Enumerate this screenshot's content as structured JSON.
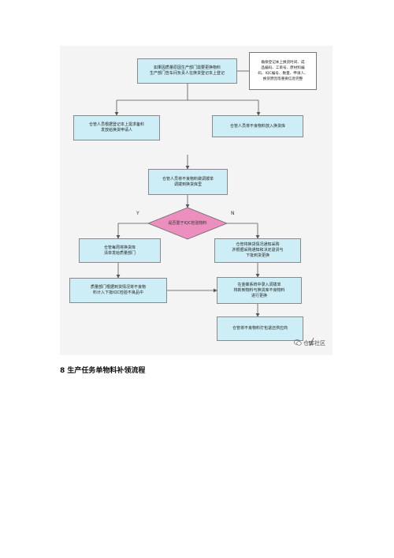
{
  "flowchart": {
    "nodes": {
      "start": "如果因质量原因生产部门需要更换物料\n生产部门告车间负责人在换货登记本上登记",
      "note": "确保登记本上换货时间、成\n品编码、工单号、原材料编\n码、IQC编号、数量、申请人、\n换货原因等重要信息完整",
      "left_issue": "仓管人员根据登记本上需求备料\n发放给换货申请人",
      "right_receive": "仓管人员将不良物料放入换货库",
      "transfer": "仓管人员将不良物料做调拨单\n调拨到换货库里",
      "decision": "是否置于IQC检验物料",
      "weekly_notice": "仓管每周将换货库\n清单发给质量部门",
      "purchase_notice": "仓管将换货情况通知采购\n并根据采购通知和决定退货与\n下批到货更换",
      "quality_adjust": "质量部门根据到货情况将不良物\n料计入下批IQC检验不良品中",
      "system_entry": "在金蝶系统中录入调拨单\n将新到物料与换货库不良物料\n进行更换",
      "return_supplier": "仓管将不良物料打包退还供应商"
    },
    "labels": {
      "yes": "Y",
      "no": "N"
    }
  },
  "watermark": {
    "text": "仓库社区",
    "icon": "wechat-icon"
  },
  "section_heading": "8 生产任务单物料补领流程",
  "colors": {
    "box_fill": "#cdeef7",
    "decision_fill": "#ec8fbf",
    "line": "#555555",
    "panel": "#f4f4f4"
  }
}
